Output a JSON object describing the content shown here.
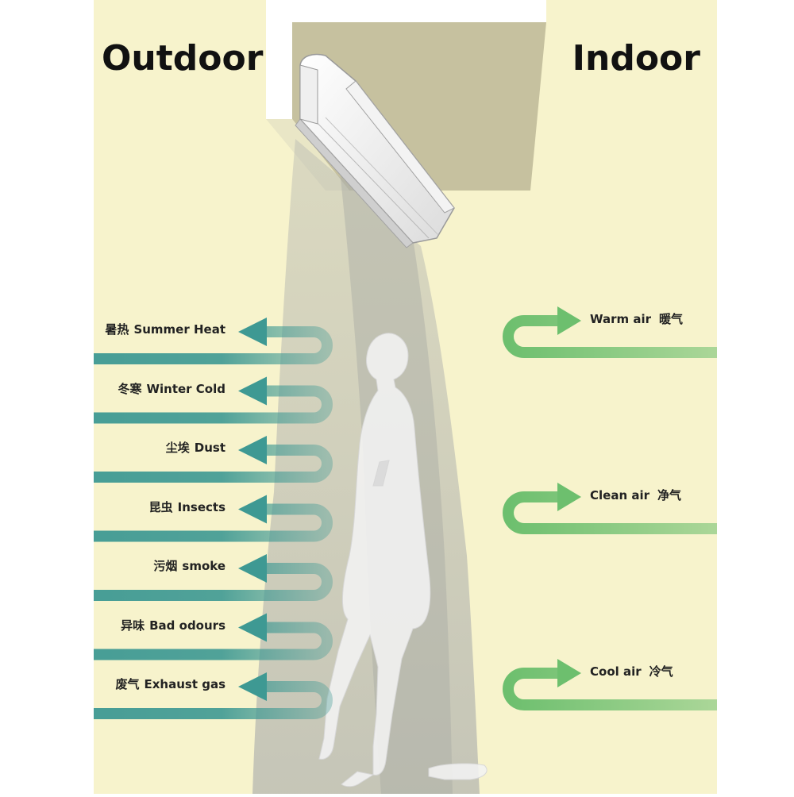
{
  "outdoor_label": "Outdoor",
  "indoor_label": "Indoor",
  "outdoor_items": [
    {
      "cn": "暑热",
      "en": "Summer Heat"
    },
    {
      "cn": "冬寒",
      "en": "Winter Cold"
    },
    {
      "cn": "尘埃",
      "en": "Dust"
    },
    {
      "cn": "昆虫",
      "en": "Insects"
    },
    {
      "cn": "污烟",
      "en": "smoke"
    },
    {
      "cn": "异味",
      "en": "Bad odours"
    },
    {
      "cn": "废气",
      "en": "Exhaust gas"
    }
  ],
  "indoor_items": [
    {
      "en": "Warm air",
      "cn": "暖气"
    },
    {
      "en": "Clean air",
      "cn": "净气"
    },
    {
      "en": "Cool air",
      "cn": "冷气"
    }
  ],
  "colors": {
    "background": "#f7f3cc",
    "wall": "#ffffff",
    "ceiling": "#c6c19f",
    "outdoor_arrow": "#3e9993",
    "indoor_arrow": "#6dbf6e",
    "air_curtain": "#b9bab2",
    "person": "#f2f2f2"
  },
  "icons": {
    "air_curtain_unit": "air-curtain-unit-icon",
    "person": "walking-woman-icon"
  }
}
